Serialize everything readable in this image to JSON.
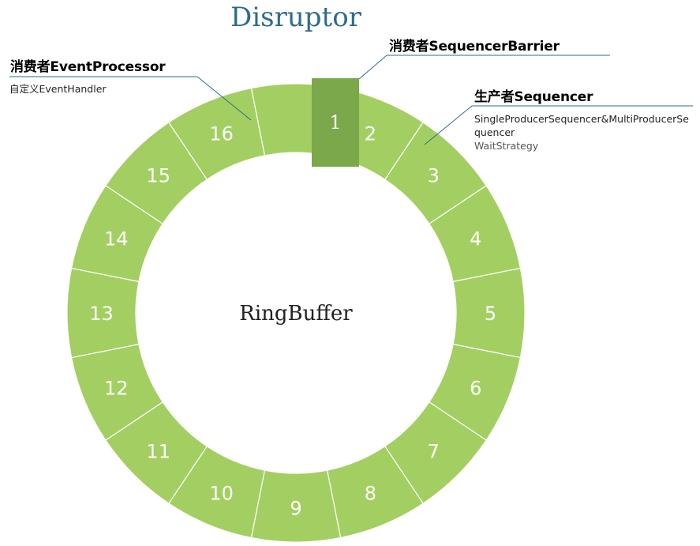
{
  "title": "Disruptor",
  "center_label": "RingBuffer",
  "ring": {
    "segments": [
      "1",
      "2",
      "3",
      "4",
      "5",
      "6",
      "7",
      "8",
      "9",
      "10",
      "11",
      "12",
      "13",
      "14",
      "15",
      "16"
    ],
    "highlighted_index": 0,
    "fill_color": "#a3cf62",
    "highlight_color": "#7aa84a",
    "divider_color": "#ffffff",
    "title_color": "#2e6b8f"
  },
  "annotations": {
    "event_processor": {
      "title": "消费者EventProcessor",
      "subtitle": "自定义EventHandler"
    },
    "sequencer_barrier": {
      "title": "消费者SequencerBarrier"
    },
    "sequencer": {
      "title": "生产者Sequencer",
      "line1": "SingleProducerSequencer&MultiProducerSequencer",
      "line2": "WaitStrategy"
    }
  }
}
